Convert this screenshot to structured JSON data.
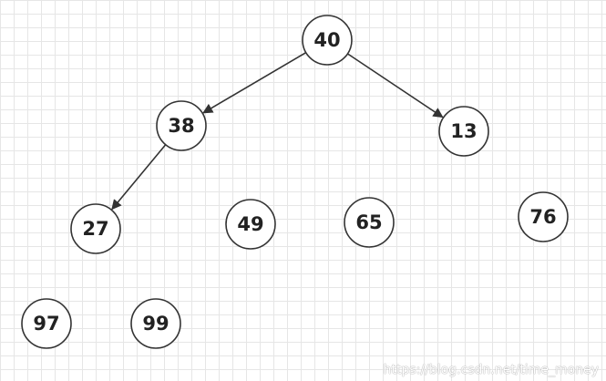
{
  "diagram": {
    "nodes": [
      {
        "id": "n40",
        "label": "40"
      },
      {
        "id": "n38",
        "label": "38"
      },
      {
        "id": "n13",
        "label": "13"
      },
      {
        "id": "n27",
        "label": "27"
      },
      {
        "id": "n49",
        "label": "49"
      },
      {
        "id": "n65",
        "label": "65"
      },
      {
        "id": "n76",
        "label": "76"
      },
      {
        "id": "n97",
        "label": "97"
      },
      {
        "id": "n99",
        "label": "99"
      }
    ],
    "edges": [
      {
        "from": "n40",
        "to": "n38"
      },
      {
        "from": "n40",
        "to": "n13"
      },
      {
        "from": "n38",
        "to": "n27"
      }
    ],
    "colors": {
      "stroke": "#333333",
      "text": "#222222",
      "grid": "#e6e6e6"
    }
  },
  "watermark": {
    "text": "https://blog.csdn.net/time_money"
  }
}
